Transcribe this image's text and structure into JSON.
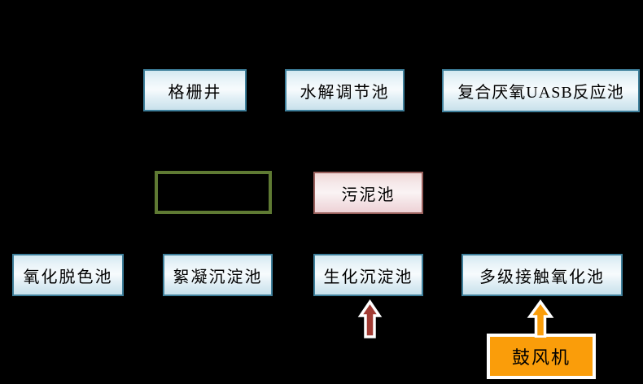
{
  "diagram": {
    "kind": "wastewater-treatment-process-flowchart",
    "background": "#000000",
    "palette": {
      "process_box_border": "#3E7F9B",
      "process_box_fill_top": "#D3E9F1",
      "process_box_fill_mid": "#F7FBFD",
      "process_box_fill_bottom": "#C8E1EB",
      "empty_box_border": "#5F7A33",
      "sludge_box_border": "#99605C",
      "sludge_box_fill_top": "#EFD7D5",
      "sludge_box_fill_bottom": "#EED2D6",
      "blower_fill": "#FA9D0A",
      "blower_border": "#FFFFFF",
      "red_arrow_fill": "#A23C34",
      "orange_arrow_fill": "#FA9D0A",
      "arrow_outline": "#FFFFFF",
      "text_color": "#000000"
    },
    "nodes": {
      "grid_well": {
        "label": "格栅井"
      },
      "hydrolysis_tank": {
        "label": "水解调节池"
      },
      "uasb_reactor": {
        "label": "复合厌氧UASB反应池"
      },
      "empty_box": {
        "label": ""
      },
      "sludge_tank": {
        "label": "污泥池"
      },
      "oxidation_decolor_tank": {
        "label": "氧化脱色池"
      },
      "flocculation_tank": {
        "label": "絮凝沉淀池"
      },
      "biochemical_sediment_tank": {
        "label": "生化沉淀池"
      },
      "multistage_contact_oxidation_tank": {
        "label": "多级接触氧化池"
      },
      "blower": {
        "label": "鼓风机"
      }
    },
    "arrows": {
      "red_up_arrow": {
        "points_to": "生化沉淀池",
        "direction": "up",
        "color": "#A23C34"
      },
      "orange_up_arrow": {
        "from": "鼓风机",
        "points_to": "多级接触氧化池",
        "direction": "up",
        "color": "#FA9D0A"
      }
    }
  }
}
